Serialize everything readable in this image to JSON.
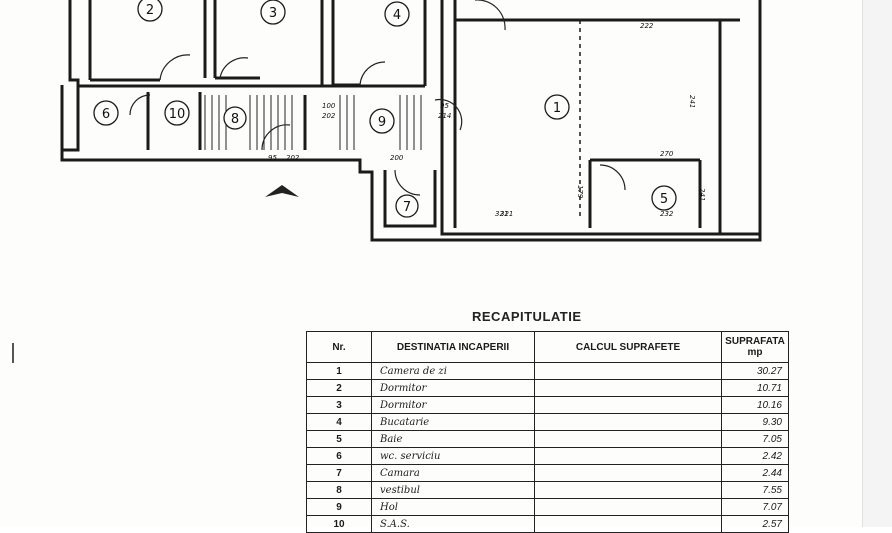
{
  "plan": {
    "room_numbers": [
      "1",
      "2",
      "3",
      "4",
      "5",
      "6",
      "7",
      "8",
      "9",
      "10"
    ],
    "dimension_labels": [
      "321",
      "241",
      "222",
      "179",
      "270",
      "232",
      "321",
      "95",
      "202",
      "100",
      "202",
      "95",
      "214",
      "200",
      "241"
    ]
  },
  "recap": {
    "title": "RECAPITULATIE",
    "headers": {
      "nr": "Nr.",
      "destination": "DESTINATIA INCAPERII",
      "calc": "CALCUL SUPRAFETE",
      "area": "SUPRAFATA mp"
    },
    "rows": [
      {
        "nr": "1",
        "name": "Camera de zi",
        "area": "30.27"
      },
      {
        "nr": "2",
        "name": "Dormitor",
        "area": "10.71"
      },
      {
        "nr": "3",
        "name": "Dormitor",
        "area": "10.16"
      },
      {
        "nr": "4",
        "name": "Bucatarie",
        "area": "9.30"
      },
      {
        "nr": "5",
        "name": "Baie",
        "area": "7.05"
      },
      {
        "nr": "6",
        "name": "wc. serviciu",
        "area": "2.42"
      },
      {
        "nr": "7",
        "name": "Camara",
        "area": "2.44"
      },
      {
        "nr": "8",
        "name": "vestibul",
        "area": "7.55"
      },
      {
        "nr": "9",
        "name": "Hol",
        "area": "7.07"
      },
      {
        "nr": "10",
        "name": "S.A.S.",
        "area": "2.57"
      }
    ]
  }
}
